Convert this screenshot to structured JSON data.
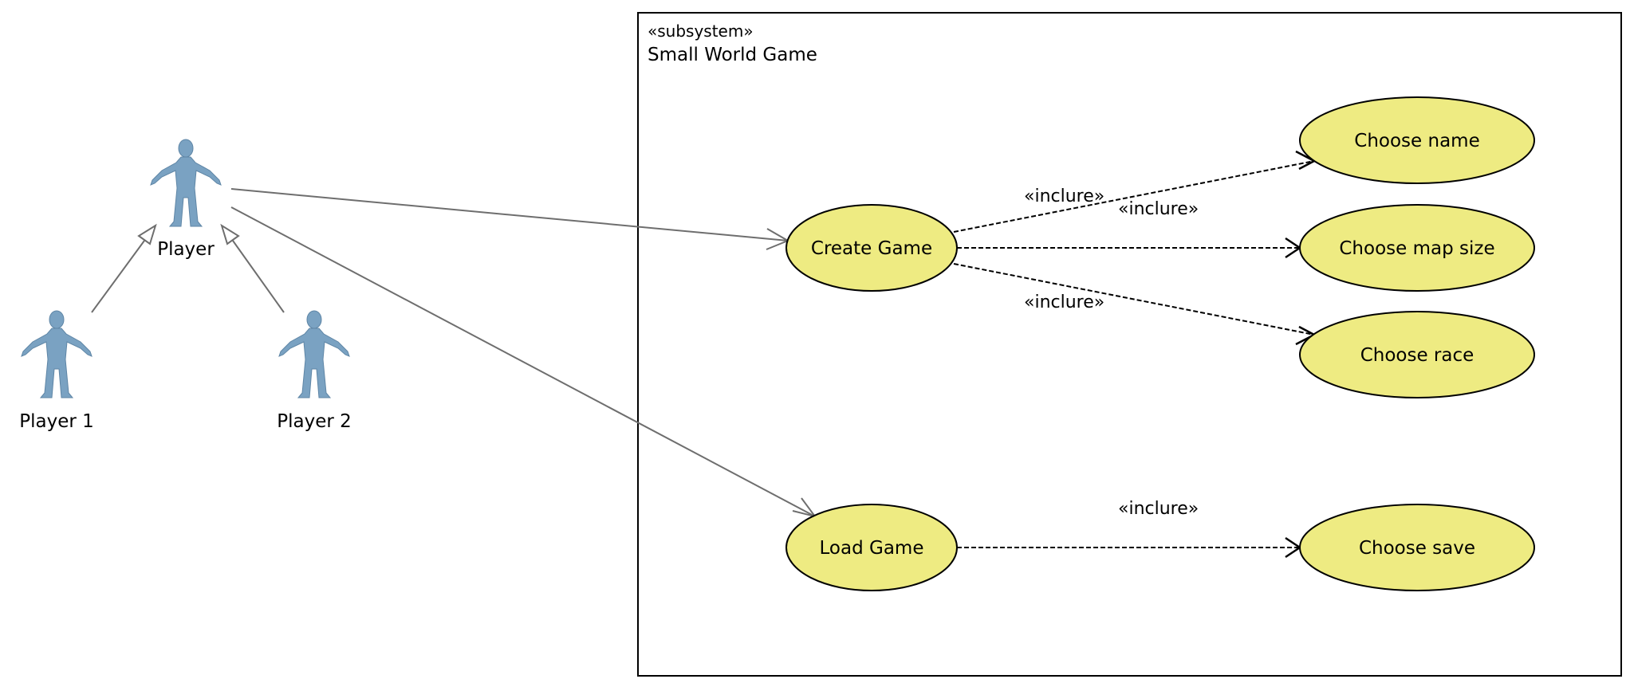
{
  "subsystem": {
    "stereotype": "«subsystem»",
    "title": "Small World Game"
  },
  "actors": {
    "player": "Player",
    "player1": "Player 1",
    "player2": "Player 2"
  },
  "use_cases": {
    "create_game": "Create Game",
    "load_game": "Load Game",
    "choose_name": "Choose name",
    "choose_map_size": "Choose map size",
    "choose_race": "Choose race",
    "choose_save": "Choose save"
  },
  "relations": {
    "include_name": "«inclure»",
    "include_map_size": "«inclure»",
    "include_race": "«inclure»",
    "include_save": "«inclure»"
  },
  "colors": {
    "use_case_fill": "#eeeb82",
    "actor_fill": "#7aa2c2",
    "association_line": "#6e6e6e"
  }
}
